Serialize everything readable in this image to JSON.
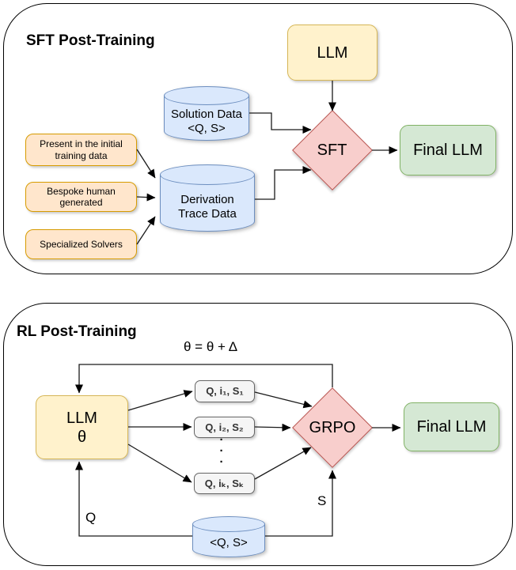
{
  "sft": {
    "title": "SFT Post-Training",
    "llm_label": "LLM",
    "solution_cylinder": {
      "line1": "Solution Data",
      "line2": "<Q, S>"
    },
    "sources": [
      {
        "label": "Present in the initial training data"
      },
      {
        "label": "Bespoke human generated"
      },
      {
        "label": "Specialized Solvers"
      }
    ],
    "derivation_cylinder": {
      "line1": "Derivation",
      "line2": "Trace Data"
    },
    "diamond_label": "SFT",
    "final_llm_label": "Final LLM"
  },
  "rl": {
    "title": "RL Post-Training",
    "update_rule": "θ = θ + Δ",
    "llm_label": "LLM",
    "llm_param": "θ",
    "samples": [
      {
        "label": "Q, i₁, S₁"
      },
      {
        "label": "Q, i₂, S₂"
      },
      {
        "label": "Q, iₖ, Sₖ"
      }
    ],
    "ellipsis": "·\n·\n·",
    "diamond_label": "GRPO",
    "final_llm_label": "Final LLM",
    "qs_cylinder_label": "<Q, S>",
    "q_label": "Q",
    "s_label": "S"
  },
  "colors": {
    "yellow_fill": "#FFF2CC",
    "yellow_border": "#D6B656",
    "orange_fill": "#FFE6CC",
    "orange_border": "#D79B00",
    "blue_fill": "#DAE8FC",
    "blue_border": "#6C8EBF",
    "green_fill": "#D5E8D4",
    "green_border": "#82B366",
    "red_fill": "#F8CECC",
    "red_border": "#B85450",
    "gray_fill": "#F5F5F5",
    "gray_border": "#666666"
  }
}
